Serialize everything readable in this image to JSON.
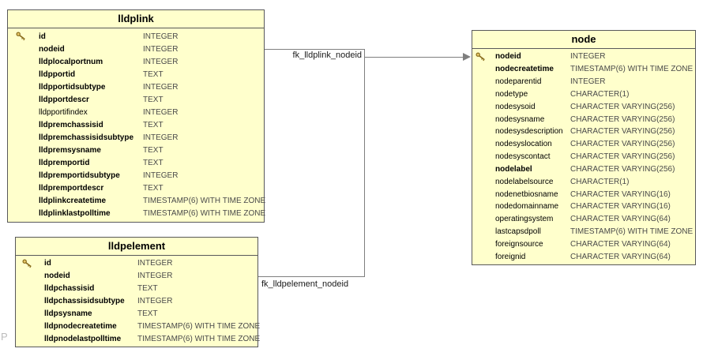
{
  "diagram": {
    "watermark": "P",
    "colors": {
      "table_fill": "#FFFFCC",
      "table_border": "#58585a",
      "relation_line": "#7f7f7f",
      "type_text": "#4a4a4a",
      "key_icon_gold": "#C9A227"
    },
    "tables": [
      {
        "title": "lldplink",
        "columns": [
          {
            "name": "id",
            "type": "INTEGER",
            "key": true,
            "bold": true
          },
          {
            "name": "nodeid",
            "type": "INTEGER",
            "key": false,
            "bold": true
          },
          {
            "name": "lldplocalportnum",
            "type": "INTEGER",
            "key": false,
            "bold": true
          },
          {
            "name": "lldpportid",
            "type": "TEXT",
            "key": false,
            "bold": true
          },
          {
            "name": "lldpportidsubtype",
            "type": "INTEGER",
            "key": false,
            "bold": true
          },
          {
            "name": "lldpportdescr",
            "type": "TEXT",
            "key": false,
            "bold": true
          },
          {
            "name": "lldpportifindex",
            "type": "INTEGER",
            "key": false,
            "bold": false
          },
          {
            "name": "lldpremchassisid",
            "type": "TEXT",
            "key": false,
            "bold": true
          },
          {
            "name": "lldpremchassisidsubtype",
            "type": "INTEGER",
            "key": false,
            "bold": true
          },
          {
            "name": "lldpremsysname",
            "type": "TEXT",
            "key": false,
            "bold": true
          },
          {
            "name": "lldpremportid",
            "type": "TEXT",
            "key": false,
            "bold": true
          },
          {
            "name": "lldpremportidsubtype",
            "type": "INTEGER",
            "key": false,
            "bold": true
          },
          {
            "name": "lldpremportdescr",
            "type": "TEXT",
            "key": false,
            "bold": true
          },
          {
            "name": "lldplinkcreatetime",
            "type": "TIMESTAMP(6) WITH TIME ZONE",
            "key": false,
            "bold": true
          },
          {
            "name": "lldplinklastpolltime",
            "type": "TIMESTAMP(6) WITH TIME ZONE",
            "key": false,
            "bold": true
          }
        ]
      },
      {
        "title": "lldpelement",
        "columns": [
          {
            "name": "id",
            "type": "INTEGER",
            "key": true,
            "bold": true
          },
          {
            "name": "nodeid",
            "type": "INTEGER",
            "key": false,
            "bold": true
          },
          {
            "name": "lldpchassisid",
            "type": "TEXT",
            "key": false,
            "bold": true
          },
          {
            "name": "lldpchassisidsubtype",
            "type": "INTEGER",
            "key": false,
            "bold": true
          },
          {
            "name": "lldpsysname",
            "type": "TEXT",
            "key": false,
            "bold": true
          },
          {
            "name": "lldpnodecreatetime",
            "type": "TIMESTAMP(6) WITH TIME ZONE",
            "key": false,
            "bold": true
          },
          {
            "name": "lldpnodelastpolltime",
            "type": "TIMESTAMP(6) WITH TIME ZONE",
            "key": false,
            "bold": true
          }
        ]
      },
      {
        "title": "node",
        "columns": [
          {
            "name": "nodeid",
            "type": "INTEGER",
            "key": true,
            "bold": true
          },
          {
            "name": "nodecreatetime",
            "type": "TIMESTAMP(6) WITH TIME ZONE",
            "key": false,
            "bold": true
          },
          {
            "name": "nodeparentid",
            "type": "INTEGER",
            "key": false,
            "bold": false
          },
          {
            "name": "nodetype",
            "type": "CHARACTER(1)",
            "key": false,
            "bold": false
          },
          {
            "name": "nodesysoid",
            "type": "CHARACTER VARYING(256)",
            "key": false,
            "bold": false
          },
          {
            "name": "nodesysname",
            "type": "CHARACTER VARYING(256)",
            "key": false,
            "bold": false
          },
          {
            "name": "nodesysdescription",
            "type": "CHARACTER VARYING(256)",
            "key": false,
            "bold": false
          },
          {
            "name": "nodesyslocation",
            "type": "CHARACTER VARYING(256)",
            "key": false,
            "bold": false
          },
          {
            "name": "nodesyscontact",
            "type": "CHARACTER VARYING(256)",
            "key": false,
            "bold": false
          },
          {
            "name": "nodelabel",
            "type": "CHARACTER VARYING(256)",
            "key": false,
            "bold": true
          },
          {
            "name": "nodelabelsource",
            "type": "CHARACTER(1)",
            "key": false,
            "bold": false
          },
          {
            "name": "nodenetbiosname",
            "type": "CHARACTER VARYING(16)",
            "key": false,
            "bold": false
          },
          {
            "name": "nodedomainname",
            "type": "CHARACTER VARYING(16)",
            "key": false,
            "bold": false
          },
          {
            "name": "operatingsystem",
            "type": "CHARACTER VARYING(64)",
            "key": false,
            "bold": false
          },
          {
            "name": "lastcapsdpoll",
            "type": "TIMESTAMP(6) WITH TIME ZONE",
            "key": false,
            "bold": false
          },
          {
            "name": "foreignsource",
            "type": "CHARACTER VARYING(64)",
            "key": false,
            "bold": false
          },
          {
            "name": "foreignid",
            "type": "CHARACTER VARYING(64)",
            "key": false,
            "bold": false
          }
        ]
      }
    ],
    "relationships": [
      {
        "label": "fk_lldplink_nodeid",
        "from_table": "lldplink",
        "from_column": "nodeid",
        "to_table": "node",
        "to_column": "nodeid"
      },
      {
        "label": "fk_lldpelement_nodeid",
        "from_table": "lldpelement",
        "from_column": "nodeid",
        "to_table": "node",
        "to_column": "nodeid"
      }
    ]
  }
}
